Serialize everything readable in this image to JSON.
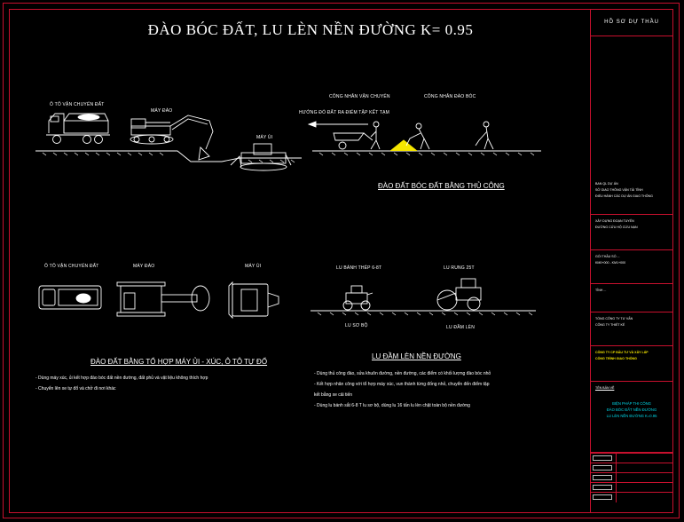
{
  "title": "ĐÀO BÓC ĐẤT, LU LÈN  NỀN ĐƯỜNG K= 0.95",
  "labels": {
    "truck1": "Ô TÔ VẬN CHUYỂN ĐẤT",
    "excavator1": "MÁY ĐÀO",
    "dozer1": "MÁY ỦI",
    "worker_transport": "CÔNG NHÂN VẬN CHUYỂN",
    "worker_dig": "CÔNG NHÂN ĐÀO BÓC",
    "direction": "HƯỚNG ĐỔ ĐẤT RA ĐIỂM TẬP KẾT TẠM",
    "truck2": "Ô TÔ VẬN CHUYỂN ĐẤT",
    "excavator2": "MÁY ĐÀO",
    "dozer2": "MÁY ỦI",
    "roller_steel": "LU BÁNH THÉP 6-8T",
    "roller_vib": "LU RUNG 25T",
    "roller_small": "LU SƠ BỘ",
    "roller_compact": "LU ĐẦM LÈN"
  },
  "sections": {
    "manual": "ĐÀO ĐẤT BÓC ĐẤT BẰNG THỦ CÔNG",
    "machine": "ĐÀO ĐẤT BẰNG TỔ HỢP MÁY ỦI - XÚC, Ô TÔ TỰ ĐỔ",
    "compact": "LU ĐẦM LÈN NỀN ĐƯỜNG"
  },
  "notes_machine": [
    "- Dùng máy xúc, ủi kết hợp đào bóc đất nền đường, đất phủ và vật liệu không thích hợp",
    "- Chuyển lên xe tự đổ và chở đi nơi khác"
  ],
  "notes_compact": [
    "- Dùng thủ công đào, sửa khuôn đường, nền đường, các điểm có khối lượng đào bóc nhỏ",
    "- Kết hợp nhân công với tổ hợp máy xúc, vun thành từng đống nhỏ, chuyển đến điểm tập",
    "  kết bằng xe cải tiến",
    "- Dùng lu bánh sắt 6-8 T lu sơ bộ, dùng lu 16 tấn lu lèn chặt toàn bộ nền đường"
  ],
  "titleblock": {
    "header": "HỒ SƠ DỰ THẦU",
    "owner": [
      "BAN QL DỰ ÁN",
      "SỞ GIAO THÔNG VẬN TẢI TỈNH",
      "ĐIỂU HÀNH CÁC DỰ ÁN GIAO THÔNG"
    ],
    "project": [
      "XÂY DỰNG ĐOẠN TUYẾN",
      "ĐƯỜNG CỨU HỘ CỨU NẠN"
    ],
    "package": [
      "GÓI THẦU SỐ ...",
      "KM0+000 - KM1+000"
    ],
    "location": [
      "TỈNH ..."
    ],
    "contractor": [
      "TỔNG CÔNG TY TƯ VẤN",
      "CÔNG TY THIẾT KẾ"
    ],
    "company": [
      "CÔNG TY CP ĐẦU TƯ VÀ XÂY LẮP",
      "CÔNG TRÌNH GIAO THÔNG"
    ],
    "drawing_label": "TÊN BẢN VẼ",
    "drawing_name": [
      "BIỆN PHÁP THI CÔNG",
      "ĐÀO BÓC ĐẤT NỀN ĐƯỜNG",
      "LU LÈN NỀN ĐƯỜNG K=0.95"
    ]
  },
  "colors": {
    "frame": "#c8102e",
    "lines": "#ffffff",
    "drawing_name": "#00d8e8",
    "company": "#f5e600"
  }
}
